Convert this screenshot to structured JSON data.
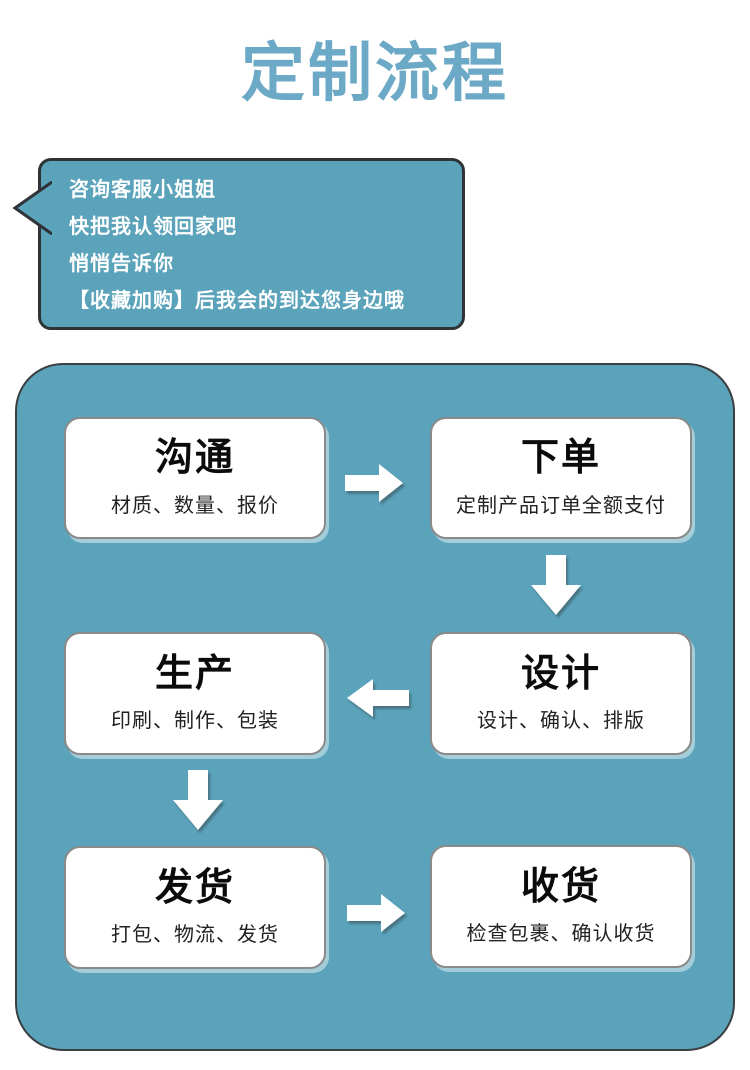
{
  "page": {
    "title": "定制流程",
    "title_color": "#6CA9C6",
    "background": "#ffffff"
  },
  "bubble": {
    "bg_color": "#5AA3BB",
    "border_color": "#2F3337",
    "text_color": "#ffffff",
    "lines": [
      "咨询客服小姐姐",
      "快把我认领回家吧",
      "悄悄告诉你",
      "【收藏加购】后我会的到达您身边哦"
    ]
  },
  "flow": {
    "container_bg": "#5AA3BB",
    "steps": [
      {
        "title": "沟通",
        "subtitle": "材质、数量、报价"
      },
      {
        "title": "下单",
        "subtitle": "定制产品订单全额支付"
      },
      {
        "title": "生产",
        "subtitle": "印刷、制作、包装"
      },
      {
        "title": "设计",
        "subtitle": "设计、确认、排版"
      },
      {
        "title": "发货",
        "subtitle": "打包、物流、发货"
      },
      {
        "title": "收货",
        "subtitle": "检查包裹、确认收货"
      }
    ],
    "arrow_sequence": [
      "right",
      "down",
      "left",
      "down",
      "right"
    ]
  }
}
